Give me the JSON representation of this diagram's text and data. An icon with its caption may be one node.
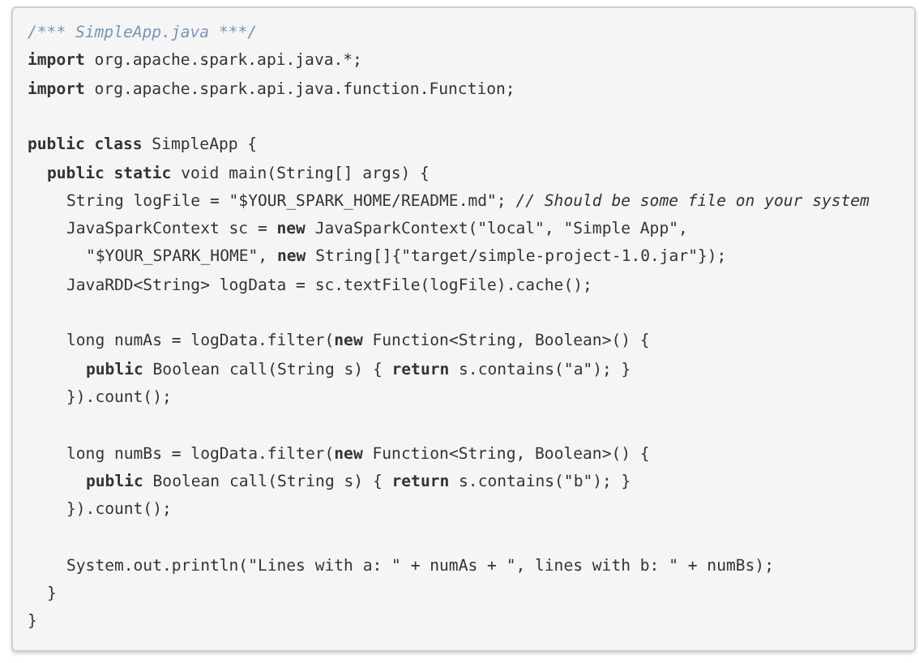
{
  "diagram": {
    "labels": [
      "/*** SimpleApp.java ***/",
      "**import** org.apache.spark.api.java.*;",
      "**import** org.apache.spark.api.java.function.Function;",
      "**public class** SimpleApp {",
      "**public static** void main(String[] args) {",
      "String logFile = \"$YOUR_SPARK_HOME/README.md\"; *// Should be some file on your system*",
      "JavaSparkContext sc = **new** JavaSparkContext(\"local\", \"Simple App\",",
      "\"$YOUR_SPARK_HOME\", **new** String[]{\"target/simple-project-1.0.jar\"});",
      "JavaRDD<String> logData = sc.textFile(logFile).cache();",
      "long numAs = logData.filter(**new** Function<String, Boolean>() {",
      "**public** Boolean call(String s) { **return** s.contains(\"a\"); }",
      "}).count();",
      "long numBs = logData.filter(**new** Function<String, Boolean>() {",
      "**public** Boolean call(String s) { **return** s.contains(\"b\"); }",
      "}).count();",
      "System.out.println(\"Lines with a: \" + numAs + \", lines with b: \" + numBs);",
      "}",
      "}"
    ]
  }
}
